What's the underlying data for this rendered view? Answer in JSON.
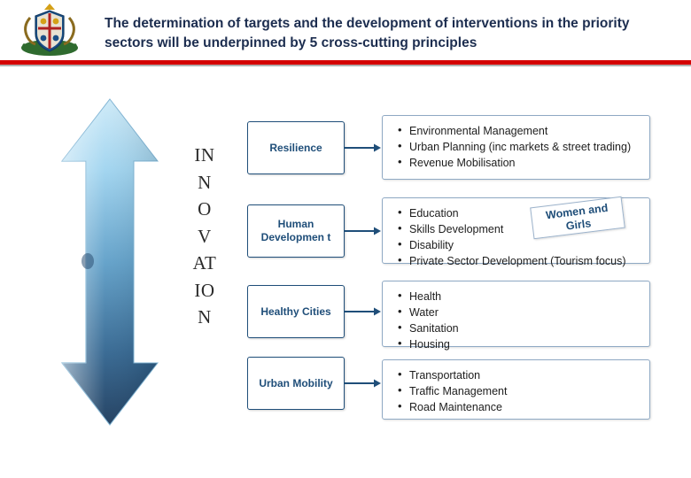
{
  "header": {
    "title": "The determination of targets and the development of interventions in the priority sectors will be underpinned by 5 cross-cutting principles",
    "crest_icon": "coat-of-arms-crest",
    "rule_color": "#d40000"
  },
  "arrow": {
    "icon": "down-arrow",
    "gradient_top": "#bfe2f5",
    "gradient_bottom": "#1f3f63"
  },
  "innovation_letters": [
    "IN",
    "N",
    "O",
    "V",
    "AT",
    "IO",
    "N"
  ],
  "pillars": [
    {
      "label": "Resilience",
      "details": [
        "Environmental Management",
        "Urban Planning (inc markets & street trading)",
        "Revenue Mobilisation"
      ]
    },
    {
      "label": "Human Developmen t",
      "details": [
        "Education",
        "Skills Development",
        "Disability",
        "Private Sector Development (Tourism focus)"
      ]
    },
    {
      "label": "Healthy Cities",
      "details": [
        "Health",
        "Water",
        "Sanitation",
        "Housing"
      ]
    },
    {
      "label": "Urban Mobility",
      "details": [
        "Transportation",
        "Traffic Management",
        "Road Maintenance"
      ]
    }
  ],
  "tag": {
    "line1": "Women and",
    "line2": "Girls"
  }
}
